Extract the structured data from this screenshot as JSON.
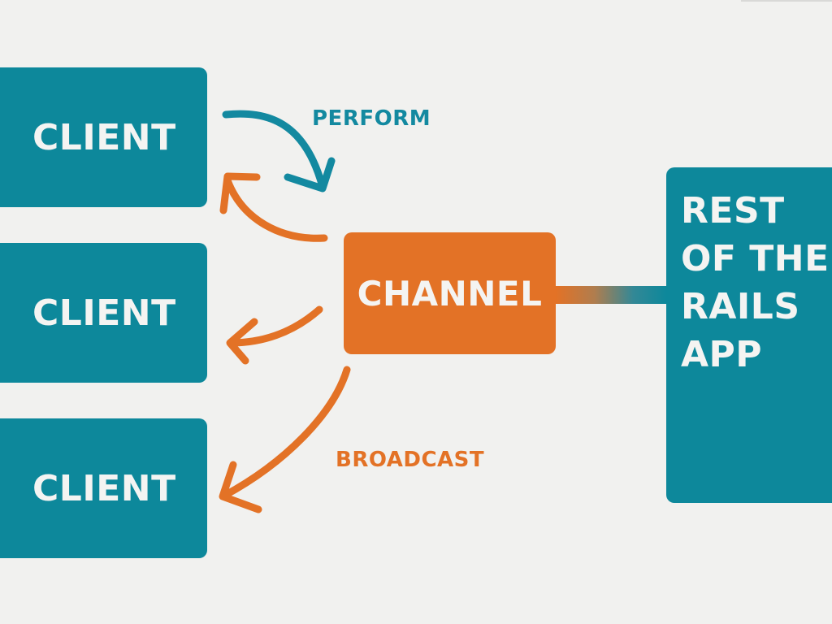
{
  "diagram": {
    "clients": [
      {
        "label": "CLIENT"
      },
      {
        "label": "CLIENT"
      },
      {
        "label": "CLIENT"
      }
    ],
    "channel": {
      "label": "CHANNEL"
    },
    "rails_app": {
      "lines": [
        "REST",
        "OF THE",
        "RAILS",
        "APP"
      ]
    },
    "perform_label": "PERFORM",
    "broadcast_label": "BROADCAST"
  },
  "colors": {
    "teal": "#0d889b",
    "orange": "#e37226",
    "background": "#f1f1ef",
    "box_text": "#f4f4f2"
  }
}
